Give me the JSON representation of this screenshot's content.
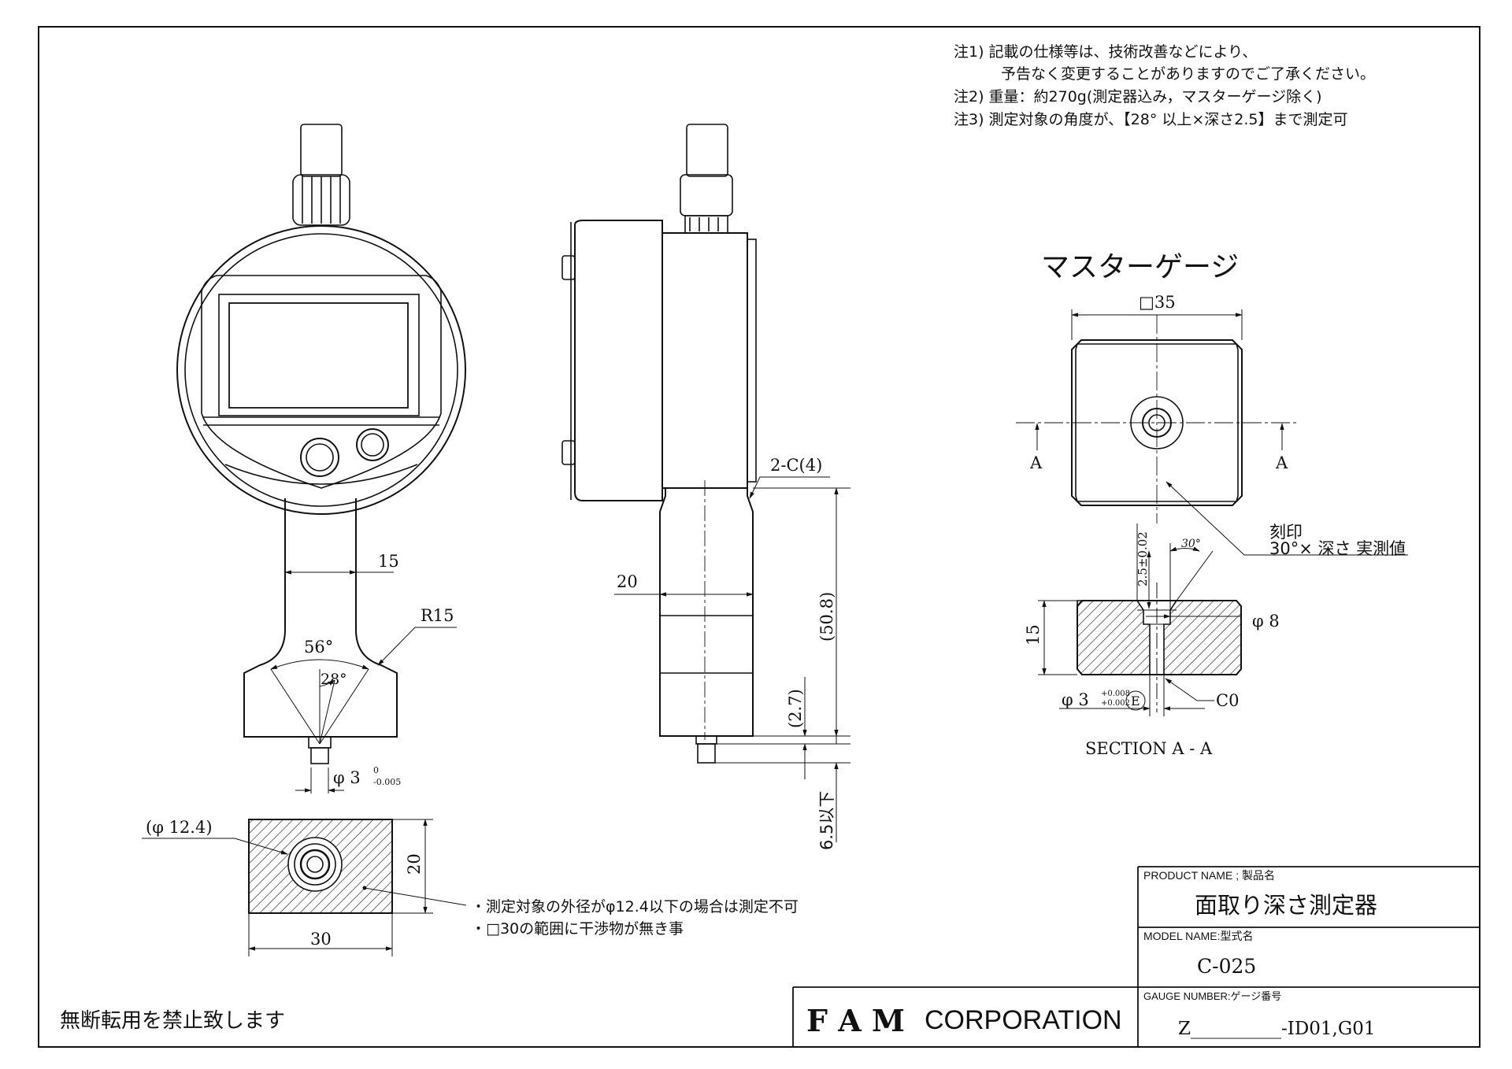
{
  "notes": [
    "注1) 記載の仕様等は、技術改善などにより、",
    "予告なく変更することがありますのでご了承ください。",
    "注2) 重量：約270g(測定器込み，マスターゲージ除く)",
    "注3) 測定対象の角度が、【28° 以上×深さ2.5】まで測定可"
  ],
  "front_view": {
    "dim_width": "15",
    "dim_radius": "R15",
    "angle_large": "56°",
    "angle_small": "28°",
    "probe_dia": "φ 3",
    "probe_tol_upper": "0",
    "probe_tol_lower": "-0.005"
  },
  "side_view": {
    "chamfer": "2-C(4)",
    "dim_width": "20",
    "dim_length": "(50.8)",
    "dim_tip": "(2.7)",
    "dim_stroke": "6.5以下"
  },
  "block_view": {
    "bore_dia": "(φ 12.4)",
    "dim_height": "20",
    "dim_width": "30",
    "note_1": "・測定対象の外径がφ12.4以下の場合は測定不可",
    "note_2": "・□30の範囲に干渉物が無き事"
  },
  "master_gauge": {
    "title": "マスターゲージ",
    "dim_square": "□35",
    "section_mark_left": "A",
    "section_mark_right": "A",
    "mark_label_1": "刻印",
    "mark_label_2": "30°× 深さ 実測値",
    "dim_depth": "2.5±0.02",
    "dim_angle": "30°",
    "dim_height": "15",
    "dim_bore": "φ 8",
    "dim_hole": "φ 3",
    "hole_tol_upper": "+0.008",
    "hole_tol_lower": "+0.002",
    "hole_fit": "E",
    "dim_chamfer": "C0",
    "section_label": "SECTION A - A"
  },
  "title_block": {
    "product_label": "PRODUCT NAME ; 製品名",
    "product_name": "面取り深さ測定器",
    "model_label": "MODEL NAME:型式名",
    "model_name": "C-025",
    "gauge_label": "GAUGE NUMBER:ゲージ番号",
    "gauge_number": "Z__________-ID01,G01",
    "company_bold": "F A M",
    "company_rest": "CORPORATION",
    "copyright": "無断転用を禁止致します"
  }
}
